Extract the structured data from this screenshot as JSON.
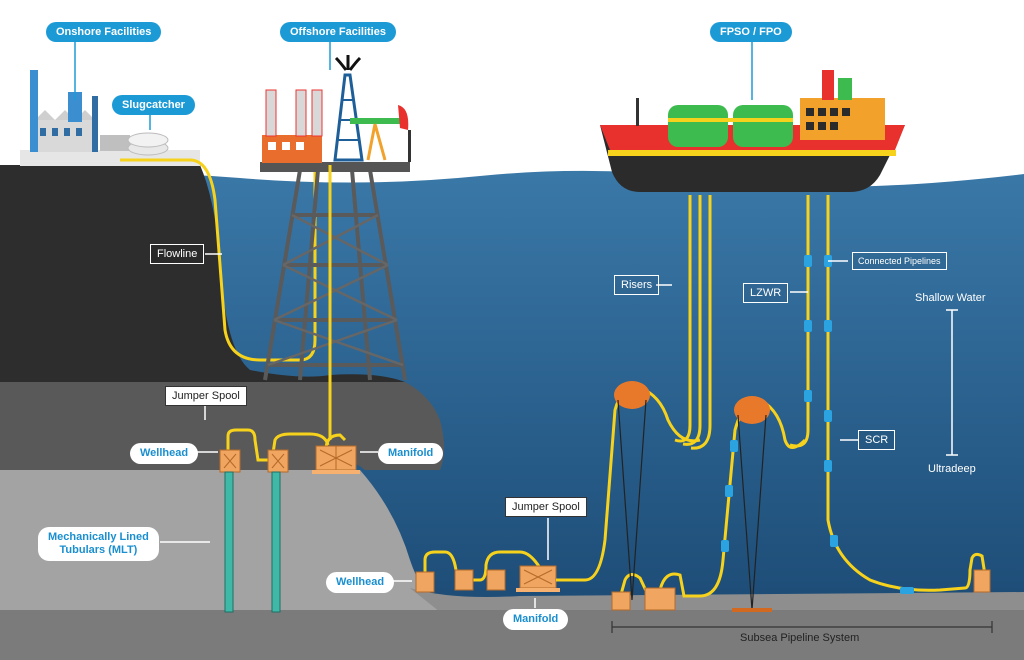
{
  "labels": {
    "onshore": "Onshore Facilities",
    "offshore": "Offshore Facilities",
    "fpso": "FPSO / FPO",
    "slugcatcher": "Slugcatcher",
    "flowline": "Flowline",
    "risers": "Risers",
    "lzwr": "LZWR",
    "connected_pipelines": "Connected Pipelines",
    "shallow_water": "Shallow Water",
    "ultradeep": "Ultradeep",
    "scr": "SCR",
    "jumper_spool_1": "Jumper Spool",
    "jumper_spool_2": "Jumper Spool",
    "wellhead_1": "Wellhead",
    "wellhead_2": "Wellhead",
    "manifold_1": "Manifold",
    "manifold_2": "Manifold",
    "mlt_line1": "Mechanically Lined",
    "mlt_line2": "Tubulars (MLT)",
    "subsea_system": "Subsea Pipeline System"
  },
  "colors": {
    "sea_top": "#2f6d9f",
    "sea_bottom": "#1b4a74",
    "rock_top": "#2a2a2a",
    "rock_mid": "#555555",
    "rock_low": "#9a9a9a",
    "seabed": "#8c8c8c",
    "pipeline": "#f6d21c",
    "label_blue": "#1c9ad6",
    "ship_red": "#e8312c",
    "ship_hull": "#2b2b2b",
    "tank_green": "#3dbb4f",
    "buoy_orange": "#e8792b"
  }
}
